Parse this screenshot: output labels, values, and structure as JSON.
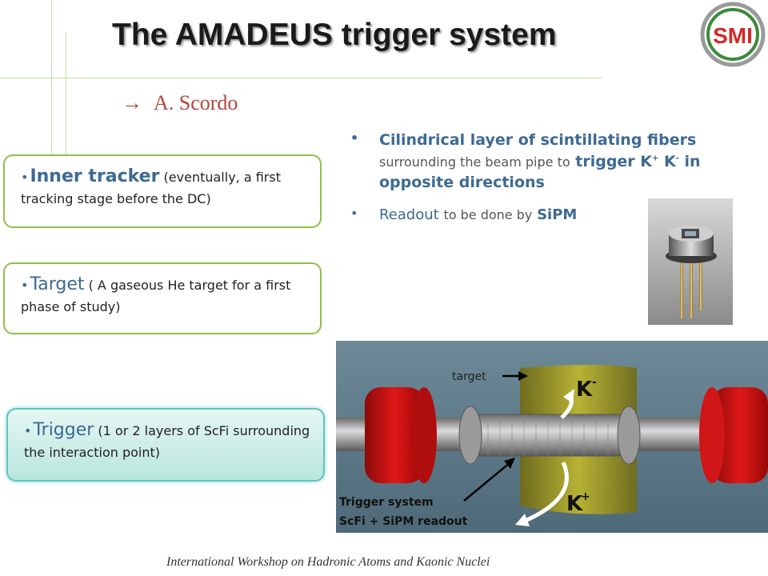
{
  "title": "The AMADEUS trigger system",
  "author": {
    "arrow": "→",
    "name": "A. Scordo"
  },
  "logo": {
    "text": "SMI",
    "icon": "smi-logo"
  },
  "boxes": {
    "inner_tracker": {
      "head": "Inner tracker",
      "detail": "(eventually, a first tracking stage before the DC)"
    },
    "target": {
      "head": "Target",
      "detail": "( A gaseous He target for a first phase of study)"
    },
    "trigger": {
      "head": "Trigger",
      "detail": "(1 or 2 layers of ScFi surrounding the interaction point)"
    }
  },
  "right_bullets": {
    "b1_bold": "Cilindrical layer of scintillating fibers",
    "b1_small": "surrounding the beam pipe to",
    "b1_trigger": "trigger K",
    "b1_in": "in opposite directions",
    "b2_readout": "Readout",
    "b2_small": "to be done by",
    "b2_sipm": "SiPM"
  },
  "render": {
    "target_label": "target",
    "k_minus": "K",
    "k_plus": "K",
    "minus_sign": "-",
    "plus_sign": "+",
    "caption_line1": "Trigger system",
    "caption_line2": "ScFi + SiPM readout"
  },
  "colors": {
    "accent_green": "#8fc04c",
    "bullet_blue": "#3d6a93",
    "author_red": "#b0473a",
    "magnet_red": "#c81212"
  },
  "footer": "International Workshop on Hadronic Atoms and Kaonic Nuclei"
}
